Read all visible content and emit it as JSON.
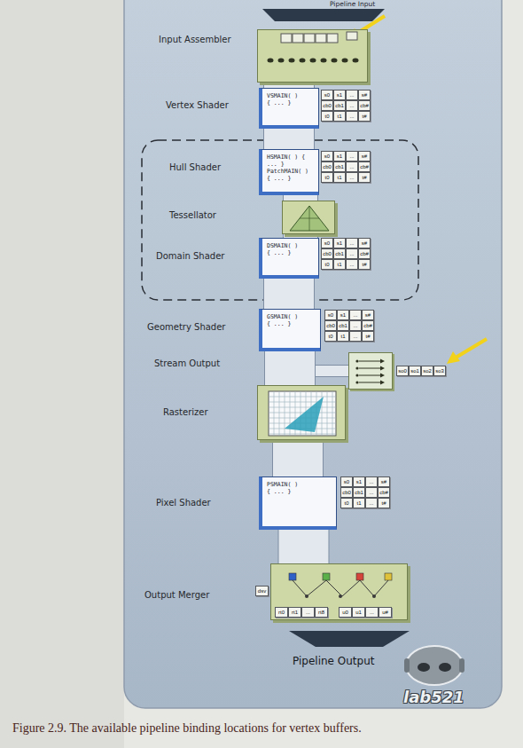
{
  "diagram": {
    "caption": "Figure 2.9. The available pipeline binding locations for vertex buffers.",
    "nodes": [
      {
        "text": [
          "Input Assembler"
        ]
      },
      {
        "text": [
          "Vertex Shader",
          "VSMAIN( ) { ... }"
        ]
      },
      {
        "text": [
          "Hull Shader",
          "HSMAIN( ) { ... } PatchMAIN( ) { ... }"
        ]
      },
      {
        "text": [
          "Tessellator"
        ]
      },
      {
        "text": [
          "Domain Shader",
          "DSMAIN( ) { ... }"
        ]
      },
      {
        "text": [
          "Geometry Shader",
          "GSMAIN( ) { ... }"
        ]
      },
      {
        "text": [
          "Stream Output"
        ]
      },
      {
        "text": [
          "Rasterizer"
        ]
      },
      {
        "text": [
          "Pixel Shader",
          "PSMAIN( ) { ... }"
        ]
      },
      {
        "text": [
          "Output Merger"
        ]
      }
    ],
    "edges": [
      {
        "from": 0,
        "to": 1,
        "arrow": "none"
      },
      {
        "from": 1,
        "to": 2,
        "arrow": "none"
      },
      {
        "from": 2,
        "to": 3,
        "arrow": "none"
      },
      {
        "from": 3,
        "to": 4,
        "arrow": "none"
      },
      {
        "from": 4,
        "to": 5,
        "arrow": "none"
      },
      {
        "from": 5,
        "to": 6,
        "arrow": "none"
      },
      {
        "from": 5,
        "to": 7,
        "arrow": "none"
      },
      {
        "from": 7,
        "to": 8,
        "arrow": "none"
      },
      {
        "from": 8,
        "to": 9,
        "arrow": "none"
      }
    ],
    "labels": [
      "Pipeline Input",
      "s0",
      "s1",
      "...",
      "s#",
      "cb0",
      "cb1",
      "...",
      "cb#",
      "t0",
      "t1",
      "...",
      "t#",
      "s0",
      "s1",
      "...",
      "s#",
      "cb0",
      "cb1",
      "...",
      "cb#",
      "t0",
      "t1",
      "...",
      "t#",
      "s0",
      "s1",
      "...",
      "s#",
      "cb0",
      "cb1",
      "...",
      "cb#",
      "t0",
      "t1",
      "...",
      "t#",
      "s0",
      "s1",
      "...",
      "s#",
      "cb0",
      "cb1",
      "...",
      "cb#",
      "t0",
      "t1",
      "...",
      "t#",
      "so0",
      "so1",
      "so2",
      "so3",
      "s0",
      "s1",
      "...",
      "s#",
      "cb0",
      "cb1",
      "...",
      "cb#",
      "t0",
      "t1",
      "...",
      "t#",
      "dsv",
      "rt0",
      "rt1",
      "...",
      "rt8",
      "u0",
      "u1",
      "...",
      "u#",
      "Pipeline Output",
      "lab521"
    ]
  }
}
